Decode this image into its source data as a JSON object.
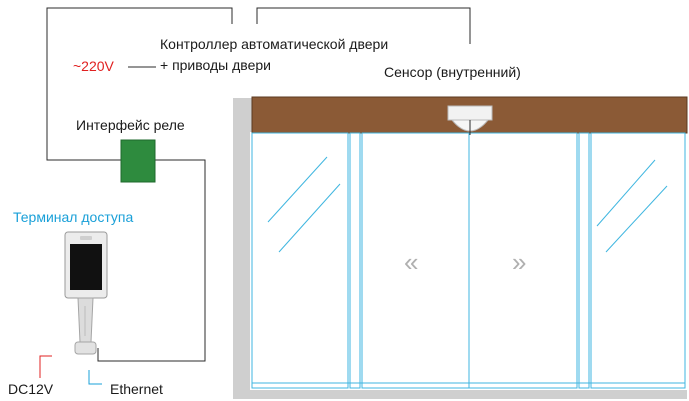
{
  "labels": {
    "controller_line1": "Контроллер автоматической двери",
    "controller_line2": "+ приводы двери",
    "voltage": "~220V",
    "sensor": "Сенсор (внутренний)",
    "relay": "Интерфейс реле",
    "terminal": "Терминал доступа",
    "dc": "DC12V",
    "ethernet": "Ethernet"
  },
  "arrows": {
    "left": "«",
    "right": "»"
  },
  "colors": {
    "wire": "#2b2b2b",
    "red": "#e02020",
    "cyan": "#1aa0d8",
    "header_brown": "#8b5a36",
    "relay_green": "#2e8b3e",
    "glass_line": "#3fb6e0",
    "door_shadow": "#c8c8c8",
    "arrow_gray": "#b0b0b0"
  }
}
